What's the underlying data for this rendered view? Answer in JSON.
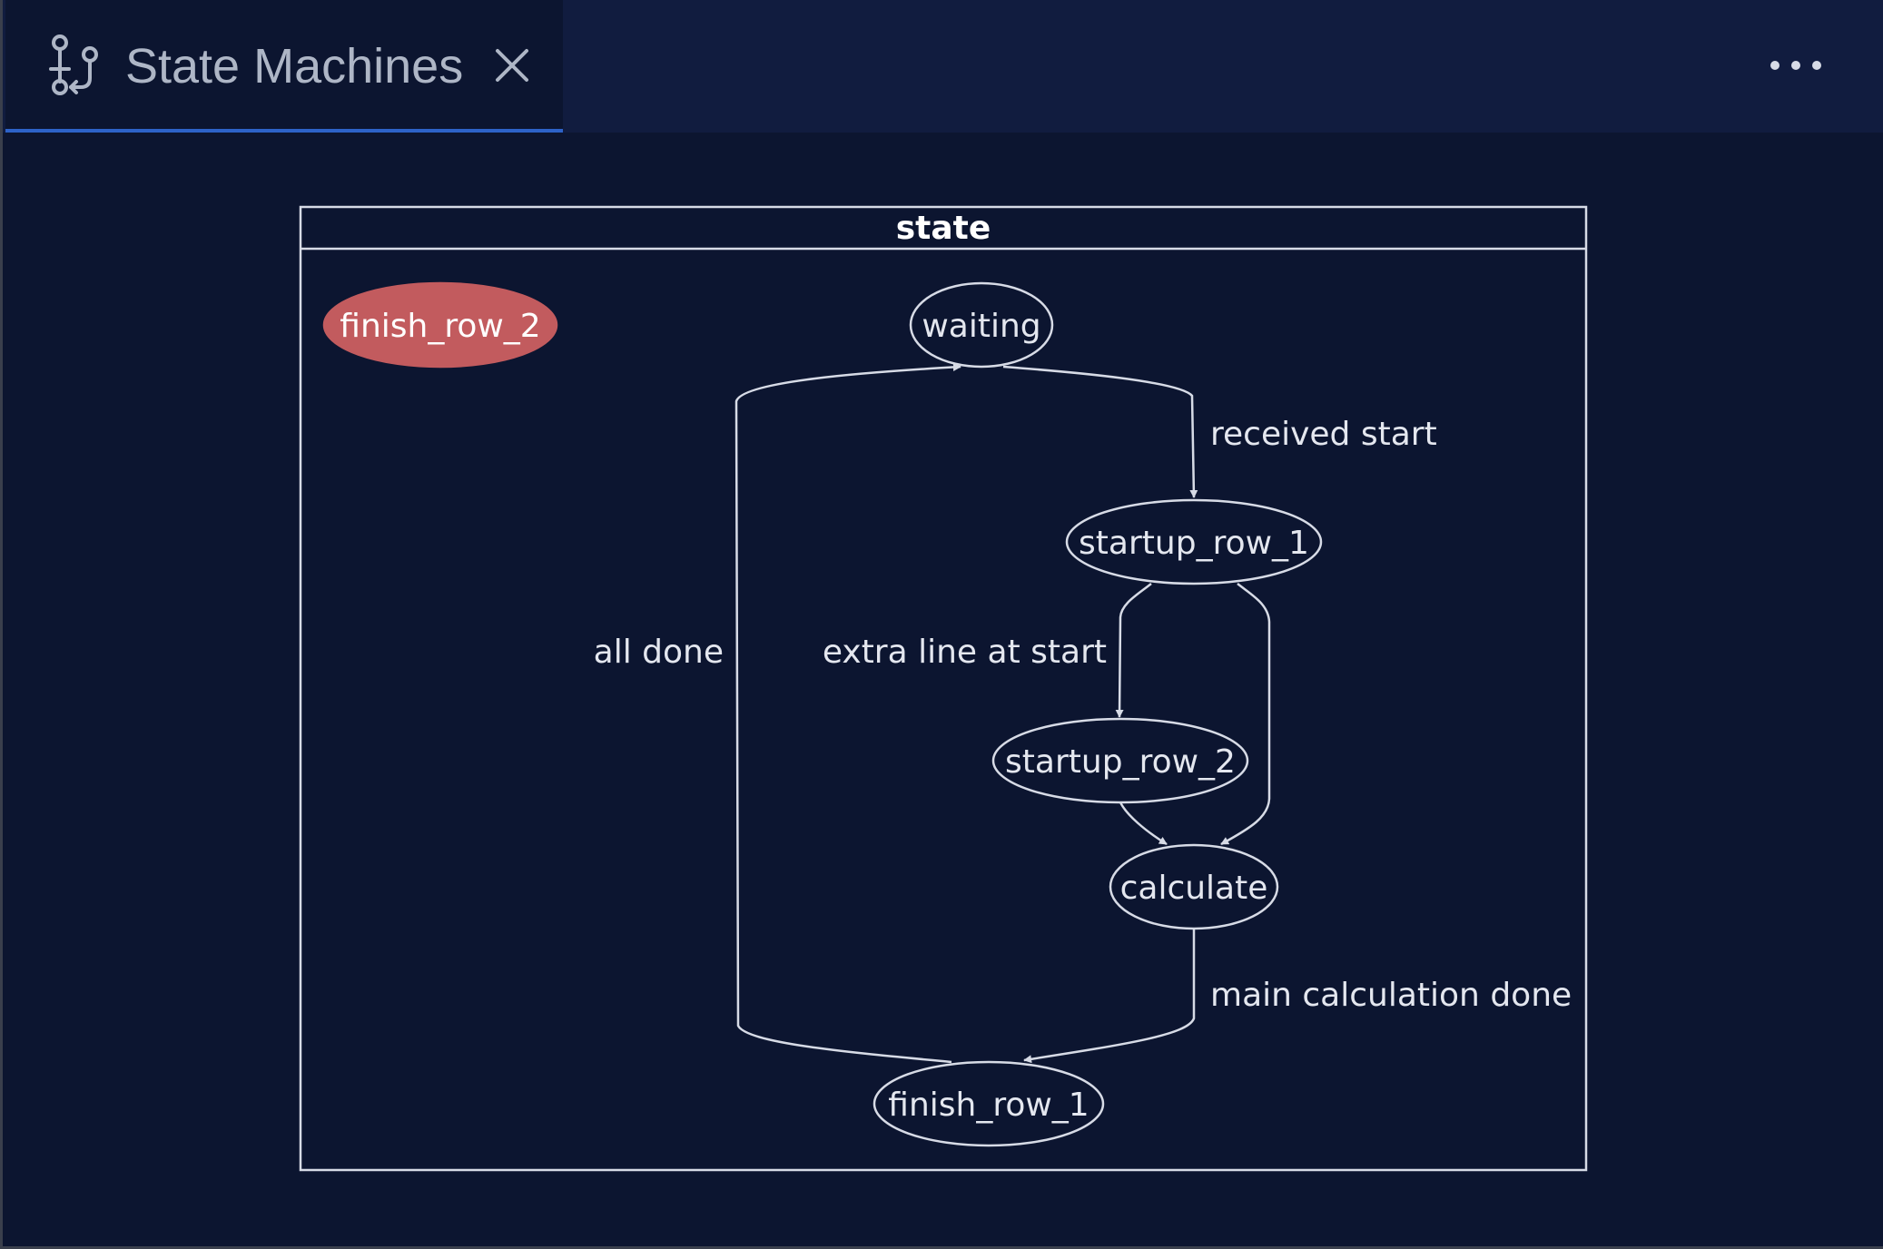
{
  "tab": {
    "title": "State Machines",
    "icon": "state-machine-icon",
    "close_icon": "close-icon"
  },
  "toolbar": {
    "more_icon": "more-actions-icon"
  },
  "colors": {
    "background": "#0c1530",
    "tabbar": "#111c3f",
    "active_tab_border": "#2d62c8",
    "diagram_stroke": "#d7dbe6",
    "current_state_fill": "#c25b5e"
  },
  "diagram": {
    "cluster_label": "state",
    "states": {
      "finish_row_2": "finish_row_2",
      "waiting": "waiting",
      "startup_row_1": "startup_row_1",
      "startup_row_2": "startup_row_2",
      "calculate": "calculate",
      "finish_row_1": "finish_row_1"
    },
    "current_state": "finish_row_2",
    "transitions": {
      "received_start": "received start",
      "extra_line_at_start": "extra line at start",
      "main_calculation_done": "main calculation done",
      "all_done": "all done"
    }
  }
}
